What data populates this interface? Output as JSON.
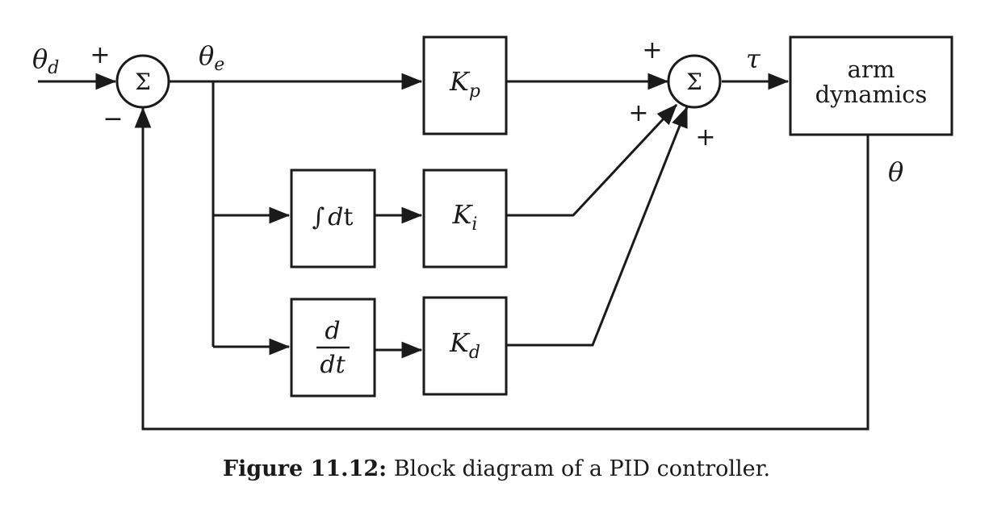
{
  "diagram": {
    "signals": {
      "desired_base": "θ",
      "desired_sub": "d",
      "error_base": "θ",
      "error_sub": "e",
      "torque": "τ",
      "output": "θ"
    },
    "summing_junction_symbol": "Σ",
    "signs": {
      "sum1_ref": "+",
      "sum1_feedback": "−",
      "sum2_p": "+",
      "sum2_i": "+",
      "sum2_d": "+"
    },
    "blocks": {
      "kp_base": "K",
      "kp_sub": "p",
      "ki_base": "K",
      "ki_sub": "i",
      "kd_base": "K",
      "kd_sub": "d",
      "integrator_symbol": "∫",
      "integrator_d": "d",
      "integrator_t": "t",
      "derivative_num": "d",
      "derivative_den": "dt",
      "plant_line1": "arm",
      "plant_line2": "dynamics"
    }
  },
  "caption": {
    "label": "Figure 11.12:",
    "text": "Block diagram of a PID controller."
  }
}
